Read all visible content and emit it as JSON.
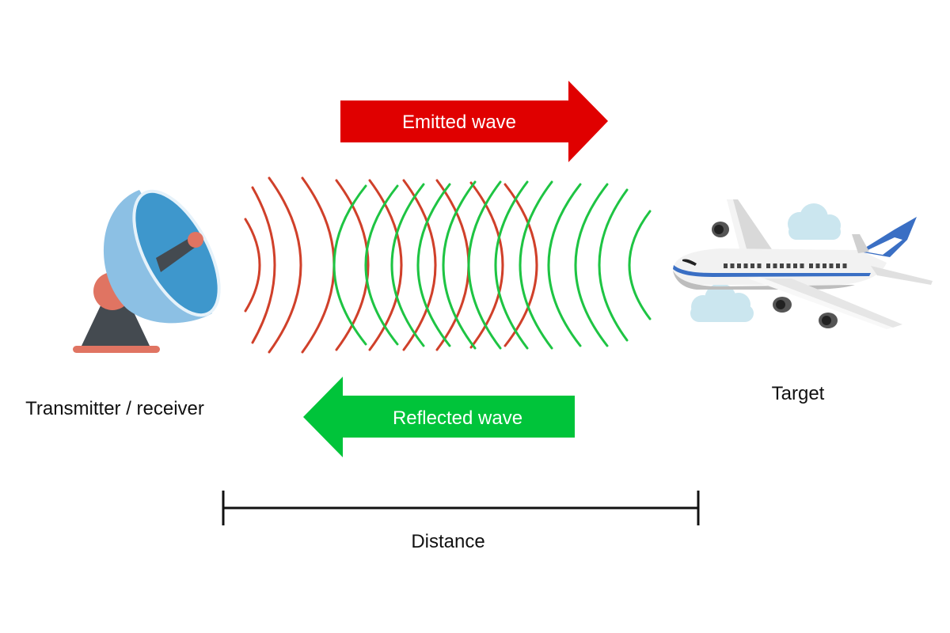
{
  "diagram": {
    "title": "Radar principle",
    "labels": {
      "transmitter": "Transmitter / receiver",
      "target": "Target",
      "distance": "Distance"
    },
    "arrows": {
      "emitted": {
        "label": "Emitted wave",
        "direction": "right",
        "color": "#e00000"
      },
      "reflected": {
        "label": "Reflected wave",
        "direction": "left",
        "color": "#00c43a"
      }
    },
    "waves": {
      "emitted": {
        "color": "#d0402a",
        "count": 10
      },
      "reflected": {
        "color": "#1ec443",
        "count": 12
      }
    },
    "icons": {
      "antenna": "radar-dish-icon",
      "target": "airplane-icon"
    },
    "colors": {
      "dish_light": "#8cc0e4",
      "dish_dark": "#3e97cc",
      "dish_rim": "#e6f2fa",
      "accent_salmon": "#e07462",
      "base_dark": "#444a50",
      "plane_body": "#f2f2f2",
      "plane_stripe": "#3a6fc4",
      "cloud": "#cbe6ef"
    }
  }
}
